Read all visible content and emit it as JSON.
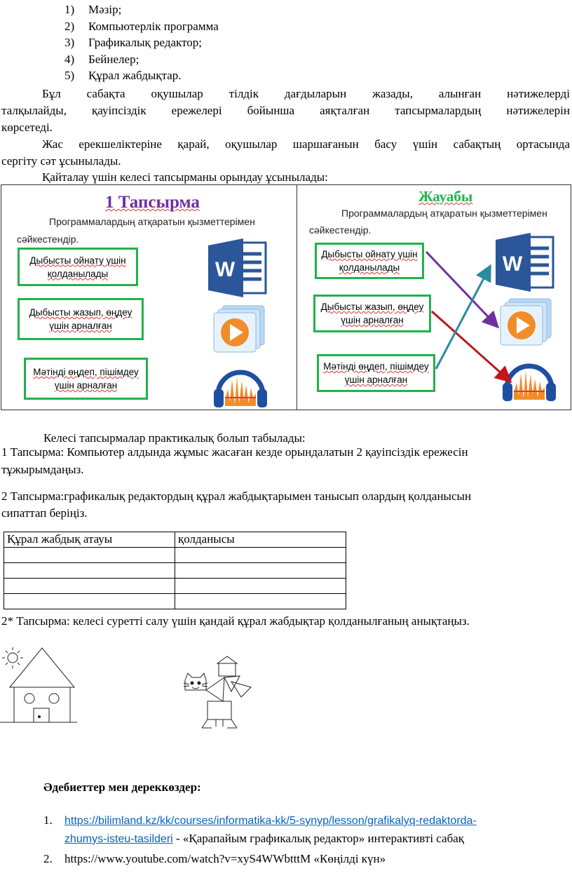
{
  "list_items": [
    {
      "num": "1)",
      "text": "Мәзір;"
    },
    {
      "num": "2)",
      "text": "Компьютерлік программа"
    },
    {
      "num": "3)",
      "text": "Графикалық редактор;"
    },
    {
      "num": "4)",
      "text": "Бейнелер;"
    },
    {
      "num": "5)",
      "text": "Құрал жабдықтар."
    }
  ],
  "para1": {
    "line1": "Бұл сабақта оқушылар тілдік дағдыларын жазады, алынған нәтижелерді",
    "line2": "талқылайды, қауіпсіздік ережелері бойынша аяқталған тапсырмалардың нәтижелерін",
    "line3": "көрсетеді."
  },
  "para2": {
    "line1": "Жас ерекшеліктеріне қарай, оқушылар шаршағанын басу үшін сабақтың ортасында",
    "line2": "сергіту сәт ұсынылады."
  },
  "para3": "Қайталау үшін келесі тапсырманы орындау ұсынылады:",
  "task_panel": {
    "title": "1 Тапсырма",
    "instruction_line1": "Программалардың атқаратын қызметтерімен",
    "instruction_line2": "сәйкестендір.",
    "boxes": [
      {
        "line1": "Дыбысты ойнату үшін",
        "line2": "қолданылады"
      },
      {
        "line1": "Дыбысты жазып, өңдеу",
        "line2": "үшін арналған"
      },
      {
        "line1": "Мәтінді өңдеп, пішімдеу",
        "line2": "үшін арналған"
      }
    ]
  },
  "answer_panel": {
    "title": "Жауабы",
    "instruction_line1": "Программалардың атқаратын қызметтерімен",
    "instruction_line2": "сәйкестендір.",
    "boxes": [
      {
        "line1": "Дыбысты ойнату үшін",
        "line2": "қолданылады"
      },
      {
        "line1": "Дыбысты жазып, өңдеу",
        "line2": "үшін арналған"
      },
      {
        "line1": "Мәтінді өңдеп, пішімдеу",
        "line2": "үшін арналған"
      }
    ]
  },
  "icons": {
    "word_letter": "W",
    "word_color": "#2b579a",
    "player_color": "#f28c28",
    "audacity_color": "#1f4fa0"
  },
  "practical_intro": "Келесі тапсырмалар практикалық болып табылады:",
  "task1": {
    "line1": "1 Тапсырма: Компьютер алдында жұмыс жасаған кезде орындалатын 2 қауіпсіздік ережесін",
    "line2": "тұжырымдаңыз."
  },
  "task2": {
    "line1": "2 Тапсырма:графикалық редактордың құрал жабдықтарымен танысып олардың қолданысын",
    "line2": "сипаттап беріңіз."
  },
  "tools_table": {
    "headers": [
      "Құрал жабдық атауы",
      "қолданысы"
    ],
    "rows": [
      [
        "",
        ""
      ],
      [
        "",
        ""
      ],
      [
        "",
        ""
      ],
      [
        "",
        ""
      ]
    ]
  },
  "task3": "2* Тапсырма: келесі суретті салу үшін қандай құрал жабдықтар қолданылғаның анықтаңыз.",
  "references": {
    "heading": "Әдебиеттер мен дереккөздер:",
    "items": [
      {
        "num": "1.",
        "link_line1": "https://bilimland.kz/kk/courses/informatika-kk/5-synyp/lesson/grafikalyq-redaktorda-",
        "link_line2": "zhumys-isteu-tasilderi",
        "suffix": " - «Қарапайым графикалық редактор» интерактивті сабақ"
      },
      {
        "num": "2.",
        "text": "https://www.youtube.com/watch?v=xyS4WWbtttM «Көңілді күн»"
      }
    ]
  }
}
